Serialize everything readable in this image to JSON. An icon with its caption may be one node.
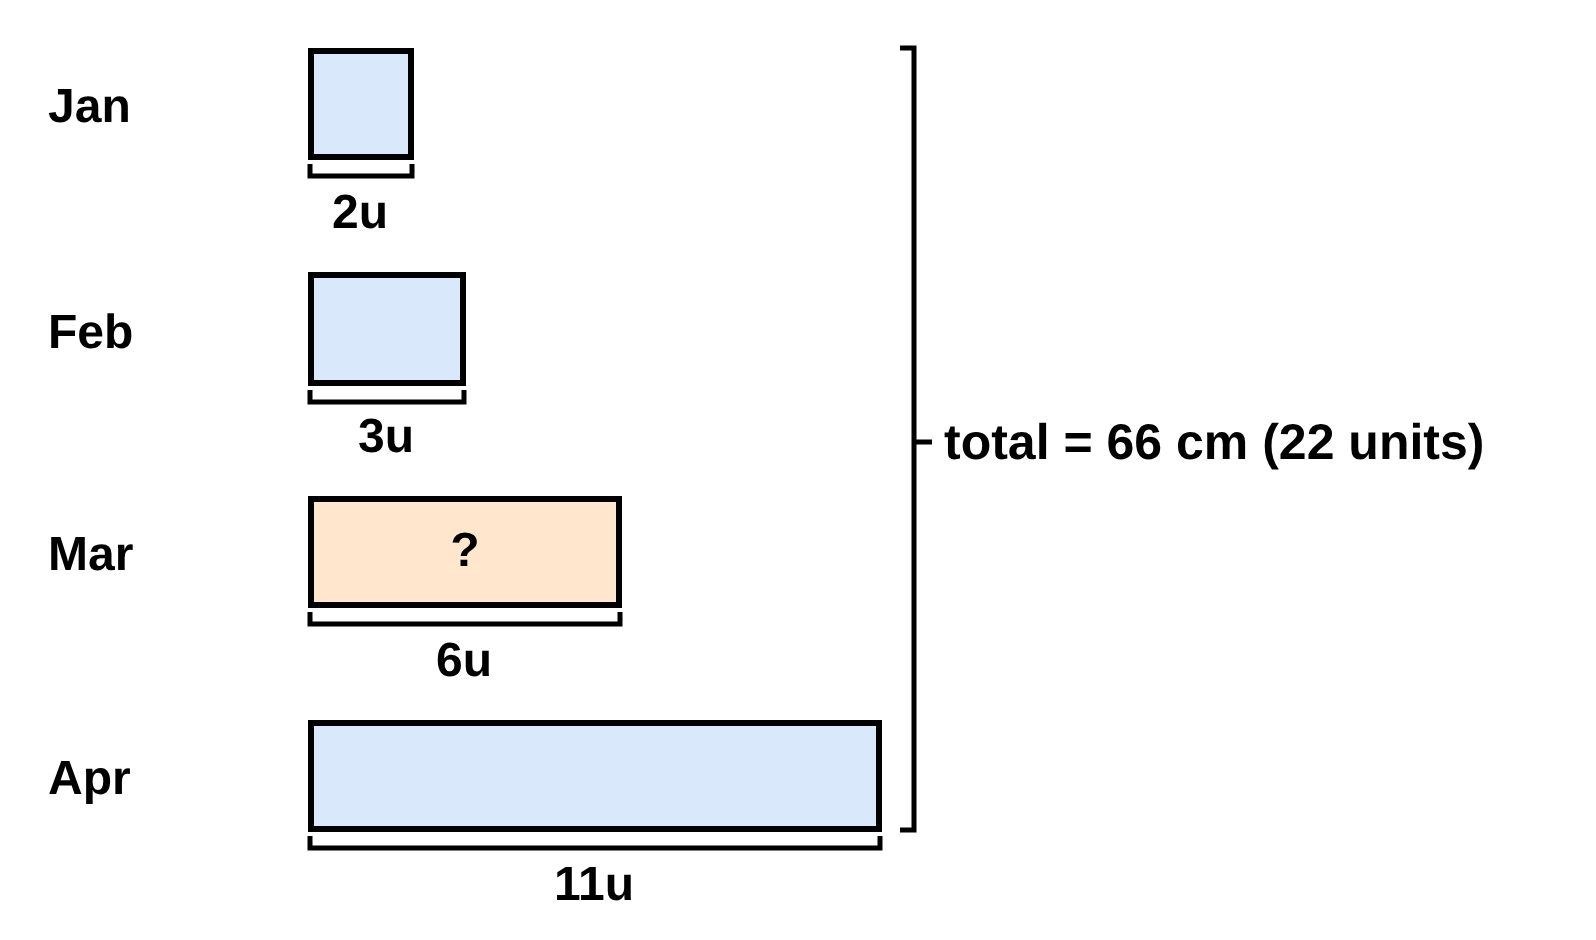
{
  "diagram": {
    "nodes": [
      {
        "text": [],
        "shape": "box",
        "beside": [
          "Jan"
        ]
      },
      {
        "text": [],
        "shape": "box",
        "beside": [
          "Feb"
        ]
      },
      {
        "text": [
          "?"
        ],
        "beside": [
          "Mar"
        ]
      },
      {
        "text": [],
        "shape": "box",
        "beside": [
          "Apr"
        ]
      }
    ],
    "edges": [],
    "labels": [
      "2u",
      "3u",
      "6u",
      "11u",
      "total = 66 cm (22 units)"
    ]
  }
}
